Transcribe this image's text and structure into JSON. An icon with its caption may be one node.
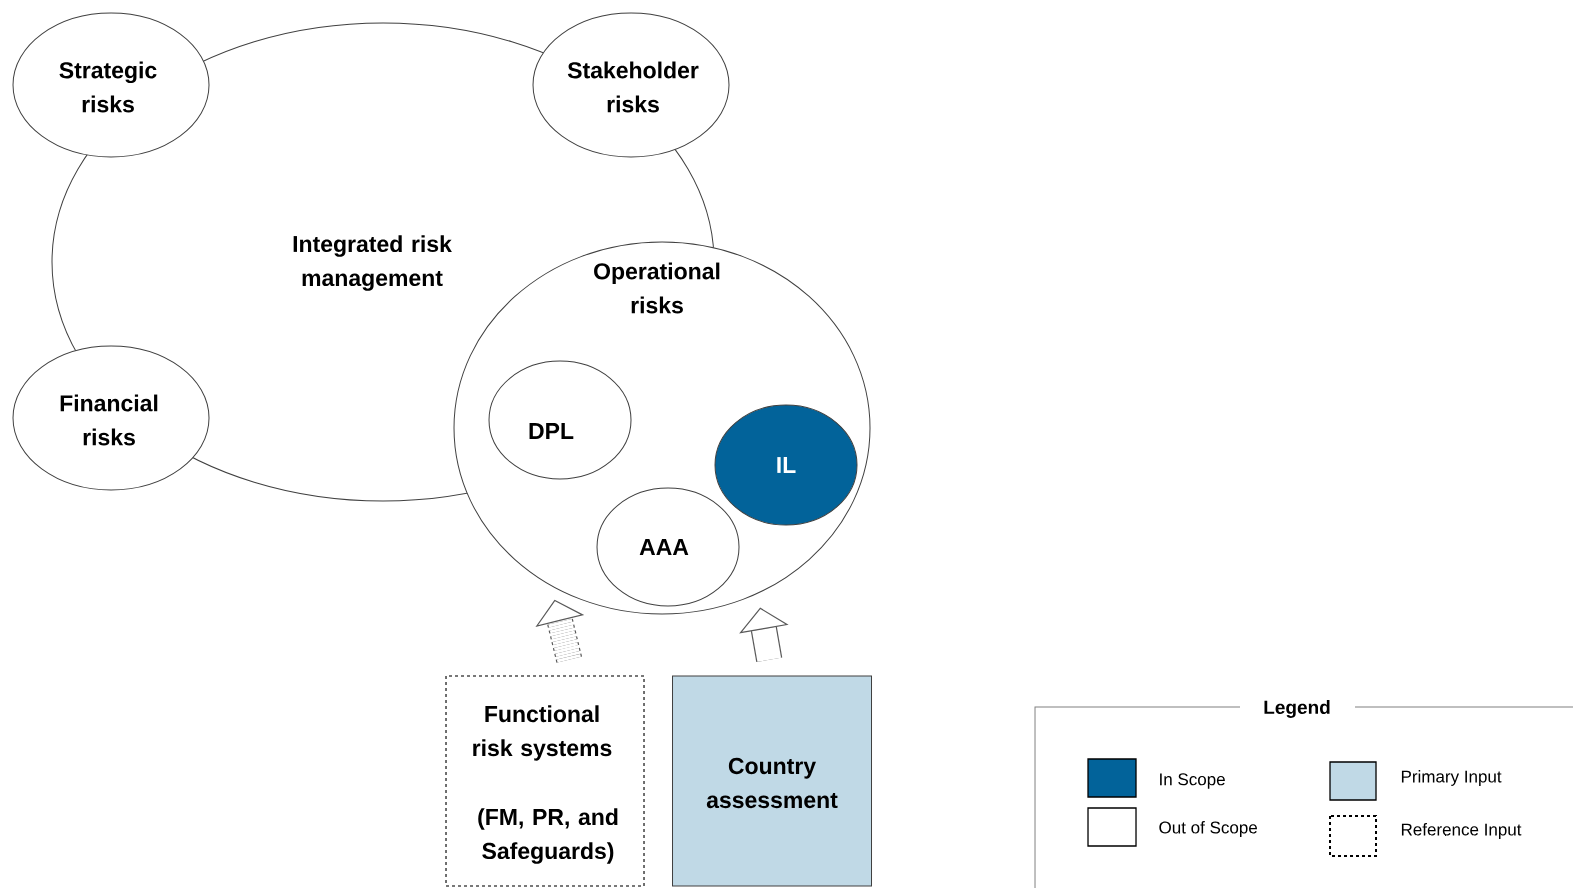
{
  "diagram": {
    "nodes": [
      {
        "text": [
          "Integrated risk management"
        ]
      },
      {
        "text": [
          "Strategic risks"
        ]
      },
      {
        "text": [
          "Stakeholder risks"
        ]
      },
      {
        "text": [
          "Financial risks"
        ]
      },
      {
        "text": [
          "Operational risks"
        ]
      },
      {
        "text": [
          "DPL"
        ]
      },
      {
        "text": [
          "IL"
        ],
        "in": 4
      },
      {
        "text": [
          "AAA"
        ],
        "in": 4
      },
      {
        "text": [
          "Functional risk systems",
          "(FM, PR, and Safeguards)"
        ]
      },
      {
        "text": [
          "Country assessment"
        ]
      }
    ],
    "edges": [
      {
        "from": 8,
        "to": 4,
        "arrow": "to",
        "style": "dashed"
      },
      {
        "from": 9,
        "to": 4,
        "arrow": "to"
      }
    ],
    "labels": [
      "Legend"
    ],
    "legend": [
      {
        "text": "In Scope",
        "color": "#02639a"
      },
      {
        "text": "Out of Scope"
      },
      {
        "text": "Primary Input",
        "color": "#c0d9e6"
      },
      {
        "text": "Reference Input"
      }
    ]
  }
}
